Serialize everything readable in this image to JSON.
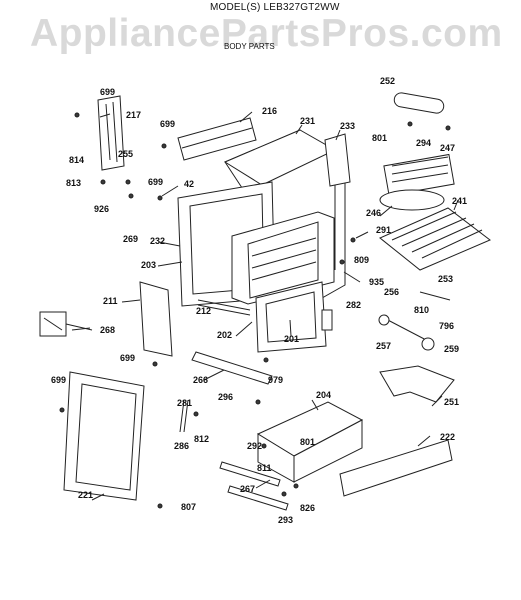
{
  "header": {
    "model": "MODEL(S) LEB327GT2WW",
    "watermark": "AppliancePartsPros.com",
    "section": "BODY PARTS"
  },
  "labels": {
    "p699a": "699",
    "p217": "217",
    "p216": "216",
    "p699b": "699",
    "p231": "231",
    "p233": "233",
    "p252": "252",
    "p801a": "801",
    "p294": "294",
    "p247": "247",
    "p814": "814",
    "p255": "255",
    "p699c": "699",
    "p42": "42",
    "p813": "813",
    "p926": "926",
    "p246": "246",
    "p241": "241",
    "p269": "269",
    "p232": "232",
    "p291": "291",
    "p203": "203",
    "p809": "809",
    "p935": "935",
    "p253": "253",
    "p211": "211",
    "p256": "256",
    "p282": "282",
    "p810": "810",
    "p212": "212",
    "p268": "268",
    "p796": "796",
    "p202": "202",
    "p201": "201",
    "p257": "257",
    "p259": "259",
    "p699d": "699",
    "p266": "266",
    "p979": "979",
    "p699e": "699",
    "p204": "204",
    "p251": "251",
    "p281": "281",
    "p296": "296",
    "p812": "812",
    "p222": "222",
    "p801b": "801",
    "p286": "286",
    "p292": "292",
    "p811": "811",
    "p267": "267",
    "p221": "221",
    "p826": "826",
    "p807": "807",
    "p293": "293"
  }
}
